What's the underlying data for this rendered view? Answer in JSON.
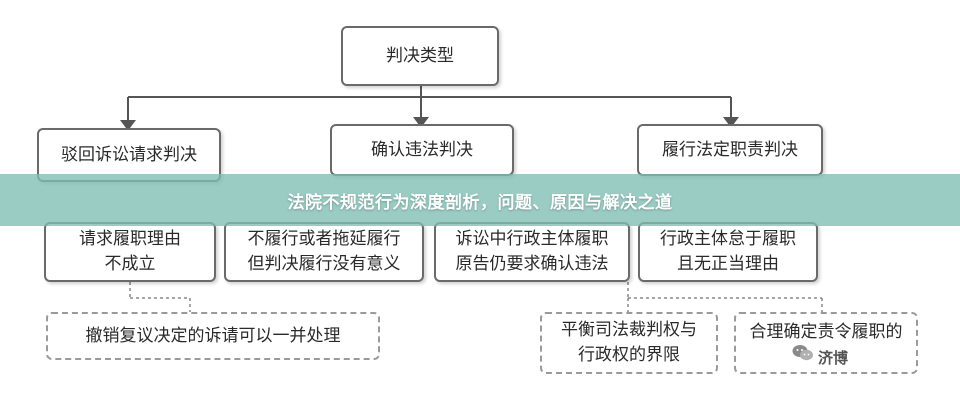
{
  "banner": {
    "title": "法院不规范行为深度剖析，问题、原因与解决之道"
  },
  "diagram": {
    "root": "判决类型",
    "categories": [
      "驳回诉讼请求判决",
      "确认违法判决",
      "履行法定职责判决"
    ],
    "conditions": [
      [
        "请求履职理由",
        "不成立"
      ],
      [
        "不履行或者拖延履行",
        "但判决履行没有意义"
      ],
      [
        "诉讼中行政主体履职",
        "原告仍要求确认违法"
      ],
      [
        "行政主体怠于履职",
        "且无正当理由"
      ]
    ],
    "notes": [
      "撤销复议决定的诉请可以一并处理",
      [
        "平衡司法裁判权与",
        "行政权的界限"
      ],
      [
        "合理确定责令履职的",
        "…"
      ]
    ]
  },
  "watermark": {
    "text": "济博"
  },
  "colors": {
    "banner": "#7dbeb4",
    "border": "#6a6a6a",
    "dashed": "#9a9a9a"
  }
}
